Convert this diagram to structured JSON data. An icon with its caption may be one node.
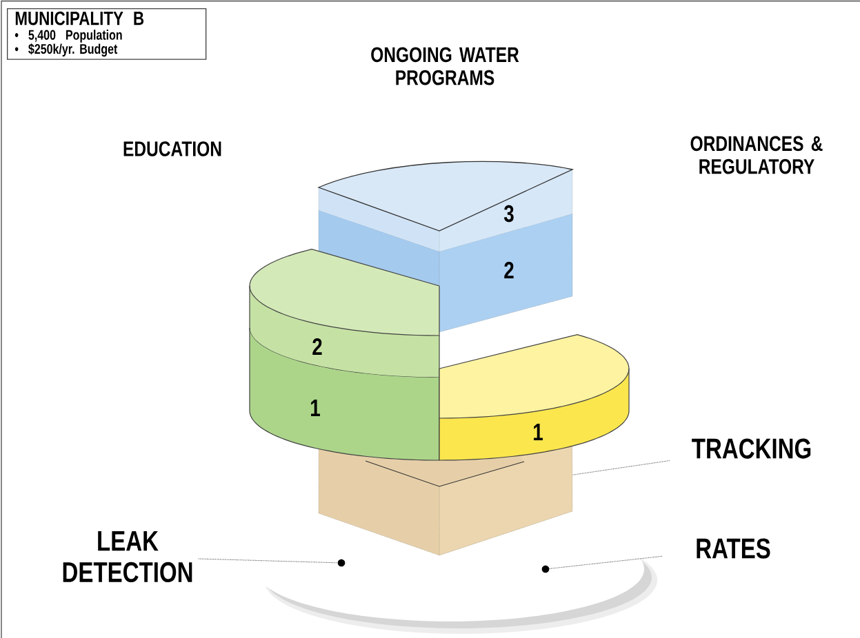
{
  "diagram": {
    "nodes": [
      {
        "text": [
          "MUNICIPALITY B",
          "• 5,400 Population",
          "• $250k/yr. Budget"
        ]
      },
      {
        "text": [
          "3"
        ]
      },
      {
        "text": [
          "2"
        ]
      },
      {
        "text": [
          "2"
        ]
      },
      {
        "text": [
          "1"
        ]
      },
      {
        "text": [
          "1"
        ]
      },
      {
        "text": [],
        "shape": "box"
      },
      {
        "text": [
          "TRACKING"
        ]
      },
      {
        "text": [
          "LEAK DETECTION"
        ]
      },
      {
        "text": [],
        "shape": "circle"
      },
      {
        "text": [
          "RATES"
        ]
      },
      {
        "text": [],
        "shape": "circle"
      }
    ],
    "edges": [
      {
        "from": 7,
        "to": 6,
        "arrow": "none",
        "style": "dashed"
      },
      {
        "from": 8,
        "to": 9,
        "arrow": "none",
        "style": "dashed"
      },
      {
        "from": 10,
        "to": 11,
        "arrow": "none",
        "style": "dashed"
      }
    ],
    "labels": [
      "ONGOING WATER PROGRAMS",
      "EDUCATION",
      "ORDINANCES & REGULATORY"
    ]
  }
}
